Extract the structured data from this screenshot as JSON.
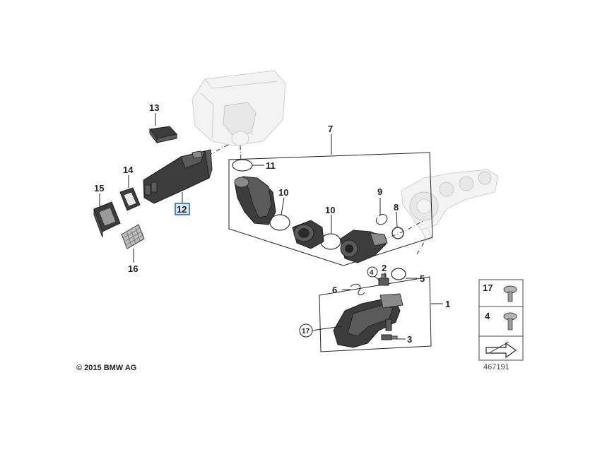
{
  "diagram": {
    "copyright": "© 2015 BMW AG",
    "diagram_id": "467191",
    "selected_part": "12",
    "parts": [
      "1",
      "2",
      "3",
      "4",
      "5",
      "6",
      "7",
      "8",
      "9",
      "10",
      "10",
      "11",
      "12",
      "13",
      "14",
      "15",
      "16",
      "17"
    ],
    "legend": [
      {
        "number": "17",
        "icon": "screw-icon"
      },
      {
        "number": "4",
        "icon": "screw-icon"
      },
      {
        "number": "",
        "icon": "next-page-arrow-icon"
      }
    ],
    "colors": {
      "selected_box": "#1f5fbf",
      "selected_fill": "#dce9fb",
      "ink": "#222222"
    }
  }
}
